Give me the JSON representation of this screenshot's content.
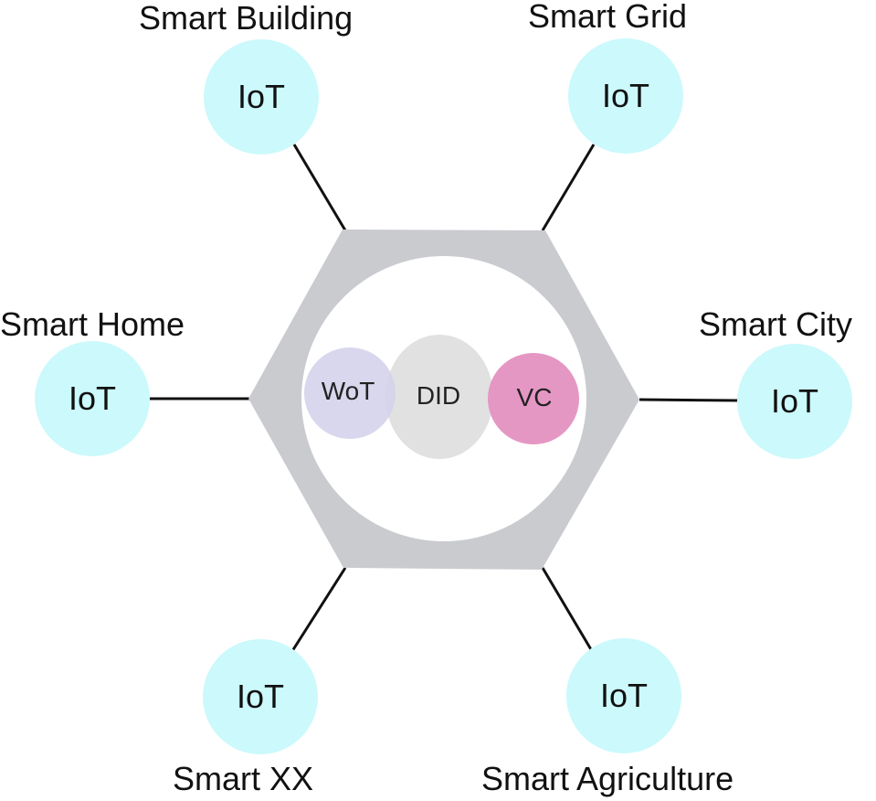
{
  "nodes": [
    {
      "id": "building",
      "label": "Smart Building",
      "node_text": "IoT"
    },
    {
      "id": "grid",
      "label": "Smart Grid",
      "node_text": "IoT"
    },
    {
      "id": "home",
      "label": "Smart Home",
      "node_text": "IoT"
    },
    {
      "id": "city",
      "label": "Smart City",
      "node_text": "IoT"
    },
    {
      "id": "xx",
      "label": "Smart XX",
      "node_text": "IoT"
    },
    {
      "id": "agriculture",
      "label": "Smart Agriculture",
      "node_text": "IoT"
    }
  ],
  "center": {
    "wot": "WoT",
    "did": "DID",
    "vc": "VC"
  },
  "colors": {
    "iot_node": "#ccf9fb",
    "hexagon": "#c9cbcf",
    "wot": "#d3d2ea",
    "did": "#dededf",
    "vc": "#e597c4",
    "connector": "#111111"
  }
}
